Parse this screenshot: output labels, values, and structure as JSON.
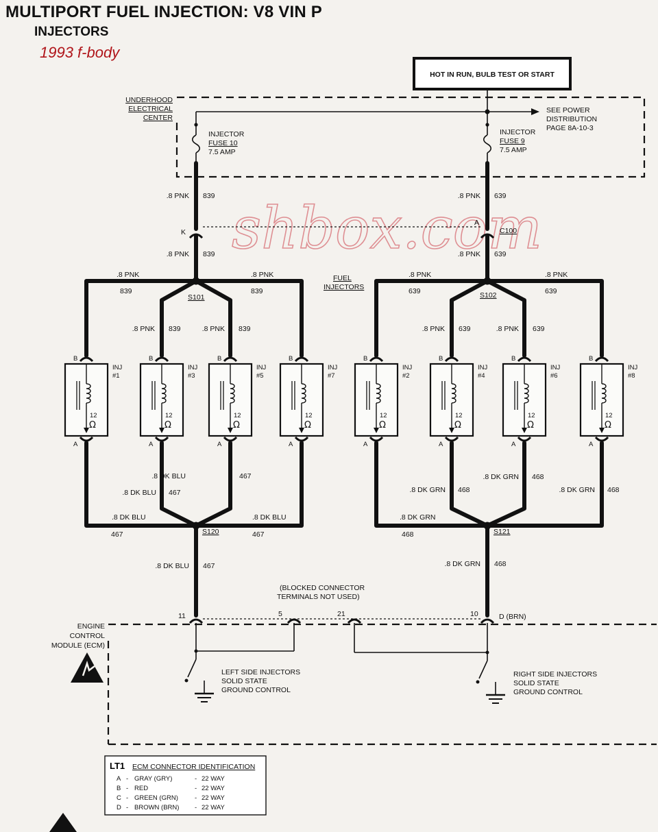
{
  "header": {
    "title": "MULTIPORT FUEL INJECTION:  V8  VIN P",
    "subtitle": "INJECTORS",
    "note": "1993 f-body"
  },
  "watermark": "shbox.com",
  "power": {
    "hot_label": "HOT IN RUN, BULB TEST OR START",
    "center_label": [
      "UNDERHOOD",
      "ELECTRICAL",
      "CENTER"
    ],
    "see_power": [
      "SEE POWER",
      "DISTRIBUTION",
      "PAGE 8A-10-3"
    ],
    "fuse_left": [
      "INJECTOR",
      "FUSE 10",
      "7.5 AMP"
    ],
    "fuse_right": [
      "INJECTOR",
      "FUSE 9",
      "7.5 AMP"
    ]
  },
  "wires": {
    "pnk": ".8 PNK",
    "blu": ".8 DK BLU",
    "grn": ".8 DK GRN",
    "c839": "839",
    "c639": "639",
    "c467": "467",
    "c468": "468"
  },
  "connector": {
    "k": "K",
    "a": "A",
    "c100": "C100",
    "s101": "S101",
    "s102": "S102",
    "s120": "S120",
    "s121": "S121",
    "fuel_injectors": [
      "FUEL",
      "INJECTORS"
    ]
  },
  "injector": {
    "inj": "INJ",
    "pin_b": "B",
    "pin_a": "A",
    "ohm_value": "12",
    "ohm_unit": "Ω",
    "numbers": [
      "#1",
      "#3",
      "#5",
      "#7",
      "#2",
      "#4",
      "#6",
      "#8"
    ]
  },
  "ecm": {
    "blocked": [
      "(BLOCKED CONNECTOR",
      "TERMINALS NOT USED)"
    ],
    "pins": [
      "11",
      "5",
      "21",
      "10"
    ],
    "pin_d": "D (BRN)",
    "module_label": [
      "ENGINE",
      "CONTROL",
      "MODULE (ECM)"
    ],
    "left_ground": [
      "LEFT SIDE INJECTORS",
      "SOLID STATE",
      "GROUND CONTROL"
    ],
    "right_ground": [
      "RIGHT SIDE INJECTORS",
      "SOLID STATE",
      "GROUND CONTROL"
    ]
  },
  "legend": {
    "title_prefix": "LT1",
    "title": "ECM CONNECTOR IDENTIFICATION",
    "rows": [
      {
        "letter": "A",
        "color": "GRAY (GRY)",
        "way": "22 WAY"
      },
      {
        "letter": "B",
        "color": "RED",
        "way": "22 WAY"
      },
      {
        "letter": "C",
        "color": "GREEN (GRN)",
        "way": "22 WAY"
      },
      {
        "letter": "D",
        "color": "BROWN (BRN)",
        "way": "22 WAY"
      }
    ]
  }
}
